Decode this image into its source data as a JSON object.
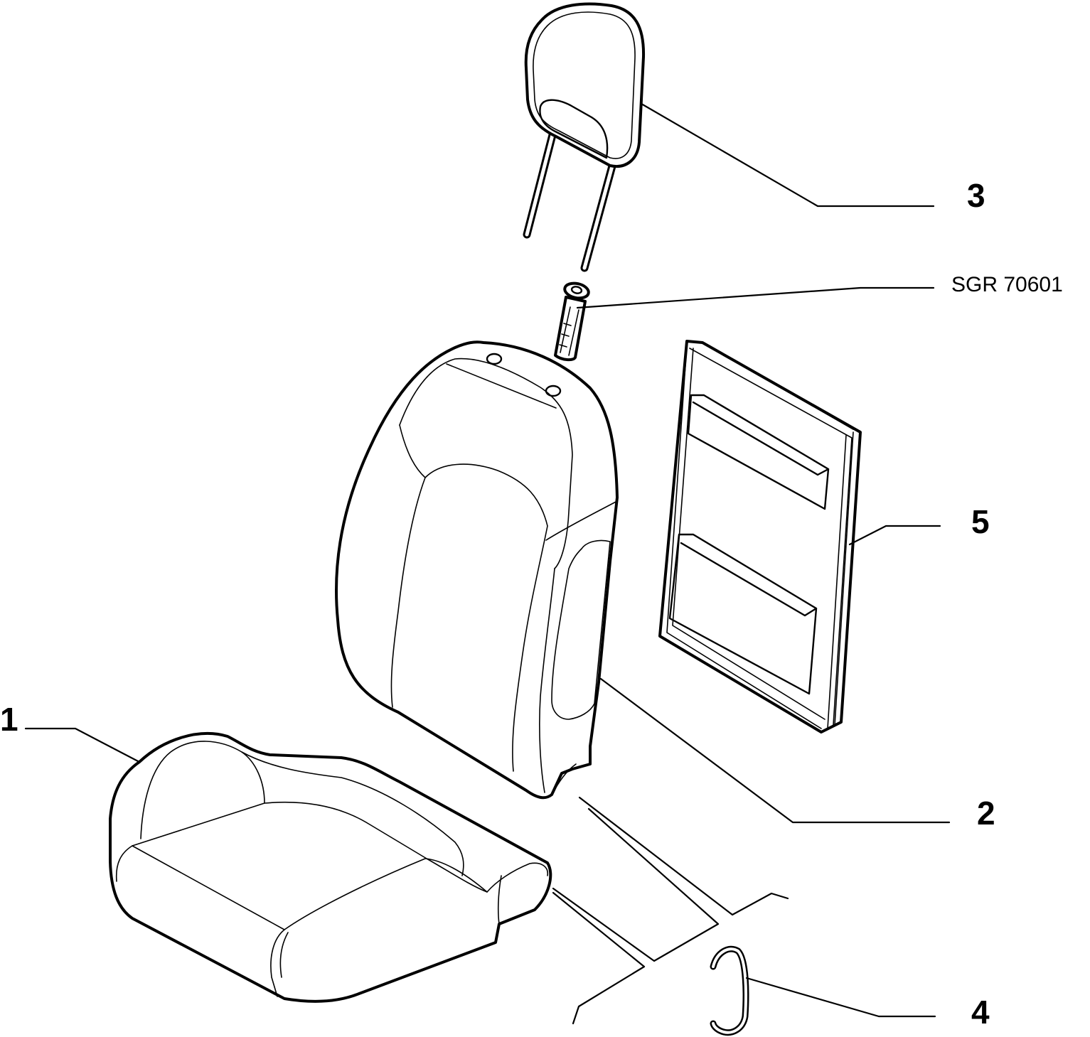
{
  "callouts": [
    "1",
    "2",
    "3",
    "4",
    "5"
  ],
  "part_code": "SGR 70601"
}
